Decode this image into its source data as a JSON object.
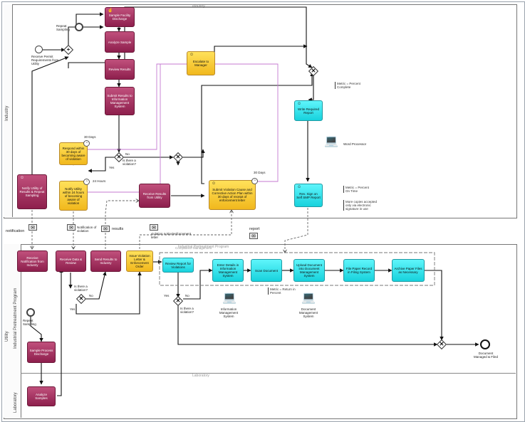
{
  "lanes": {
    "industry": "Industry",
    "utility_program": "Industrial Pretreatment Program",
    "utility": "Utility",
    "laboratory": "Laboratory",
    "utility_pool_header": "Industrial Pretreatment Program",
    "top_header": "Industry",
    "bottom_header": "Laboratory"
  },
  "tasks": {
    "sample_facility_discharge": "Sample Facility Discharge",
    "analyze_samples_ind": "Analyze Sample",
    "review_results_ind": "Review Results",
    "submit_results": "Submit Results to Information Management System",
    "notify_repeat": "Notify Utility of Results & Repeat Sampling",
    "respond_30_days": "Respond within 30 days of becoming aware of violation",
    "notify_24_hours": "Notify Utility within 24 hours of becoming aware of violation",
    "receive_results_utility_ind": "Receive Results from Utility",
    "escalate": "Escalate to Manager",
    "submit_violation": "Submit Violation Cause and Corrective Action Plan within 30 days of receipt of enforcement letter",
    "write_response": "Write Required Report",
    "rev_self_report": "Rev. Sign on Self SMP Report",
    "receive_notification": "Receive Notification from Industry",
    "receive_data_review": "Receive Data & Review",
    "send_results": "Send Results to Industry",
    "issue_violation_letter": "Issue Violation Letter & Enforcement Order",
    "review_report": "Review Report for Violations",
    "enter_details": "Enter Details in Information Management System",
    "scan_document": "Scan Document",
    "upload_document": "Upload Document into Document Management System",
    "file_paper": "File Paper Record in Filing System",
    "archive_paper": "Archive Paper Files as Necessary",
    "sample_process": "Sample Process Discharge",
    "analyze_samples_lab": "Analyze Samples"
  },
  "labels": {
    "start_event": "Receive Permit Requirements from Utility",
    "repeat_sampling_top": "Repeat Sampling",
    "repeat_sampling_bottom": "Repeat Sampling",
    "violation_q_top": "Is there a violation?",
    "yes_top": "Yes",
    "no_top": "No",
    "violation_q_mid": "Is there a violation?",
    "no_mid": "No",
    "yes_mid": "Yes",
    "violation_q_bottom": "Is there a violation?",
    "yes_bottom": "Yes",
    "no_bottom": "No",
    "hours_24": "24 Hours",
    "days_30": "30 Days",
    "days_30b": "30 Days",
    "end_event": "Document Managed & Filed",
    "group_label": "Compliance Management",
    "comp_imp": "Information Management System",
    "comp_doc": "Document Management System",
    "word_processor": "Word Processor"
  },
  "messages": {
    "notification": "notification",
    "notification_violation": "Notification of violation",
    "results": "results",
    "report": "report",
    "violation_letter": "violation notice/enforcement letter"
  },
  "notes": {
    "metric_report": "Metric = Percent Complete",
    "metric_ontime": "Metric = Percent On Time",
    "more_copies": "More copies accepted only via electronic signature in use",
    "mark_copy": "Metric = Return in Percent"
  },
  "colors": {
    "maroon": "#a8315f",
    "yellow": "#f6c52a",
    "cyan": "#2fe2ea"
  }
}
